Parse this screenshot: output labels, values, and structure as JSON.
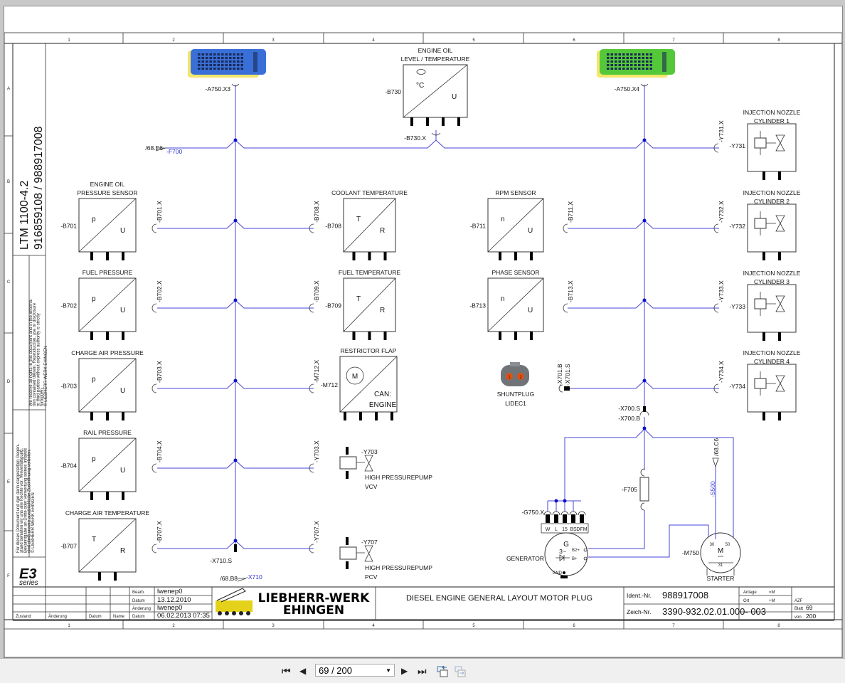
{
  "header": {
    "columns": [
      "1",
      "2",
      "3",
      "4",
      "5",
      "6",
      "7",
      "8"
    ],
    "rows": [
      "A",
      "B",
      "C",
      "D",
      "E",
      "F"
    ]
  },
  "side": {
    "model": "LTM 1100-4.2",
    "numbers": "916859108  /  988917008",
    "notice_en": [
      "We reserve all rights in this document and in the informa-",
      "tion contained therein. Reproduction, use or disclosure",
      "to third parties without express authority is strictly",
      "forbidden.",
      "© LIEBHERR WERK EHINGEN"
    ],
    "notice_de": [
      "Für dieses Dokument und den darin dargestellten Gegen-",
      "stand behalten wir uns alle Rechte vor. Vervielfältigung,",
      "Bekanntgabe an Dritte oder Verwertung seines Inhaltes",
      "sind ohne unsere ausdrückliche Zustimmung verboten.",
      "© LIEBHERR WERK EHINGEN"
    ],
    "series_logo": "E3",
    "series_label": "series"
  },
  "components": {
    "A750X3": {
      "ref": "-A750.X3",
      "color": "#3a6fd8"
    },
    "A750X4": {
      "ref": "-A750.X4",
      "color": "#55c83a"
    },
    "B730": {
      "title": [
        "ENGINE OIL",
        "LEVEL / TEMPERATURE"
      ],
      "ref": "-B730",
      "in": "°C",
      "out": "U",
      "conn": "-B730.X"
    },
    "B701": {
      "title": [
        "ENGINE OIL",
        "PRESSURE SENSOR"
      ],
      "ref": "-B701",
      "in": "p",
      "out": "U",
      "conn": "-B701.X"
    },
    "B702": {
      "title": [
        "FUEL PRESSURE"
      ],
      "ref": "-B702",
      "in": "p",
      "out": "U",
      "conn": "-B702.X"
    },
    "B703": {
      "title": [
        "CHARGE AIR PRESSURE"
      ],
      "ref": "-B703",
      "in": "p",
      "out": "U",
      "conn": "-B703.X"
    },
    "B704": {
      "title": [
        "RAIL PRESSURE"
      ],
      "ref": "-B704",
      "in": "p",
      "out": "U",
      "conn": "-B704.X"
    },
    "B707": {
      "title": [
        "CHARGE AIR TEMPERATURE"
      ],
      "ref": "-B707",
      "in": "T",
      "out": "R",
      "conn": "-B707.X"
    },
    "B708": {
      "title": [
        "COOLANT TEMPERATURE"
      ],
      "ref": "-B708",
      "in": "T",
      "out": "R",
      "conn": "-B708.X"
    },
    "B709": {
      "title": [
        "FUEL TEMPERATURE"
      ],
      "ref": "-B709",
      "in": "T",
      "out": "R",
      "conn": "-B709.X"
    },
    "M712": {
      "title": [
        "RESTRICTOR FLAP"
      ],
      "ref": "-M712",
      "in": "M",
      "out": [
        "CAN:",
        "ENGINE"
      ],
      "conn": "-M712.X"
    },
    "B711": {
      "title": [
        "RPM SENSOR"
      ],
      "ref": "-B711",
      "in": "n",
      "out": "U",
      "conn": "-B711.X"
    },
    "B713": {
      "title": [
        "PHASE SENSOR"
      ],
      "ref": "-B713",
      "in": "n",
      "out": "U",
      "conn": "-B713.X"
    },
    "Y731": {
      "title": [
        "INJECTION NOZZLE",
        "CYLINDER 1"
      ],
      "ref": "-Y731",
      "conn": "-Y731.X"
    },
    "Y732": {
      "title": [
        "INJECTION NOZZLE",
        "CYLINDER 2"
      ],
      "ref": "-Y732",
      "conn": "-Y732.X"
    },
    "Y733": {
      "title": [
        "INJECTION NOZZLE",
        "CYLINDER 3"
      ],
      "ref": "-Y733",
      "conn": "-Y733.X"
    },
    "Y734": {
      "title": [
        "INJECTION NOZZLE",
        "CYLINDER 4"
      ],
      "ref": "-Y734",
      "conn": "-Y734.X"
    },
    "Y703": {
      "ref": "-Y703",
      "title": [
        "HIGH PRESSUREPUMP",
        "VCV"
      ],
      "conn": "-Y703.X"
    },
    "Y707": {
      "ref": "-Y707",
      "title": [
        "HIGH PRESSUREPUMP",
        "PCV"
      ],
      "conn": "-Y707.X"
    },
    "shunt": {
      "title": [
        "SHUNTPLUG",
        "LIDEC1"
      ],
      "pins": [
        "1",
        "2"
      ],
      "conn_b": "-X701.B",
      "conn_s": "-X701.S"
    },
    "X700": {
      "s": "-X700.S",
      "b": "-X700.B"
    },
    "X710": {
      "s": "-X710.S",
      "ref": "/68.B8",
      "wire": "-X710"
    },
    "F700": {
      "ref": "/68.E6",
      "wire": "-F700"
    },
    "F705": {
      "ref": "-F705"
    },
    "S500": {
      "wire": "-S500",
      "ref": "/68.C6"
    },
    "G750": {
      "conn": "-G750.X",
      "pins": [
        "W",
        "L",
        "15",
        "BS",
        "DFM"
      ],
      "sym": "G",
      "phase": "3~",
      "b2": "B2+",
      "bp": "B+",
      "gnd": "GND",
      "title": "GENERATOR"
    },
    "M750": {
      "ref": "-M750",
      "t30": "30",
      "t50": "50",
      "t31": "31",
      "sym": "M",
      "title": "STARTER"
    }
  },
  "title_block": {
    "rev_headers": [
      "Zustand",
      "Änderung",
      "Datum",
      "Name"
    ],
    "edit_labels": [
      "Bearb.",
      "Datum",
      "Änderung",
      "Datum"
    ],
    "edit_values": [
      "lwenep0",
      "13.12.2010",
      "lwenep0",
      "06.02.2013  07:35"
    ],
    "company": [
      "LIEBHERR-WERK",
      "EHINGEN"
    ],
    "drawing_title": "DIESEL ENGINE GENERAL LAYOUT MOTOR PLUG",
    "ident_label": "Ident.-Nr.",
    "ident_value": "988917008",
    "zeich_label": "Zeich-Nr.",
    "zeich_value": "3390-932.02.01.000- 003",
    "anlage_label": "Anlage",
    "anlage_value": "=M",
    "ort_label": "Ort",
    "ort_value": "+M",
    "azf_label": "AZF",
    "blatt_label": "Blatt",
    "blatt_value": "69",
    "von_label": "von",
    "von_value": "200"
  },
  "toolbar": {
    "page": "69 / 200",
    "first": "⏮",
    "prev": "◀",
    "next": "▶",
    "last": "⏭"
  }
}
